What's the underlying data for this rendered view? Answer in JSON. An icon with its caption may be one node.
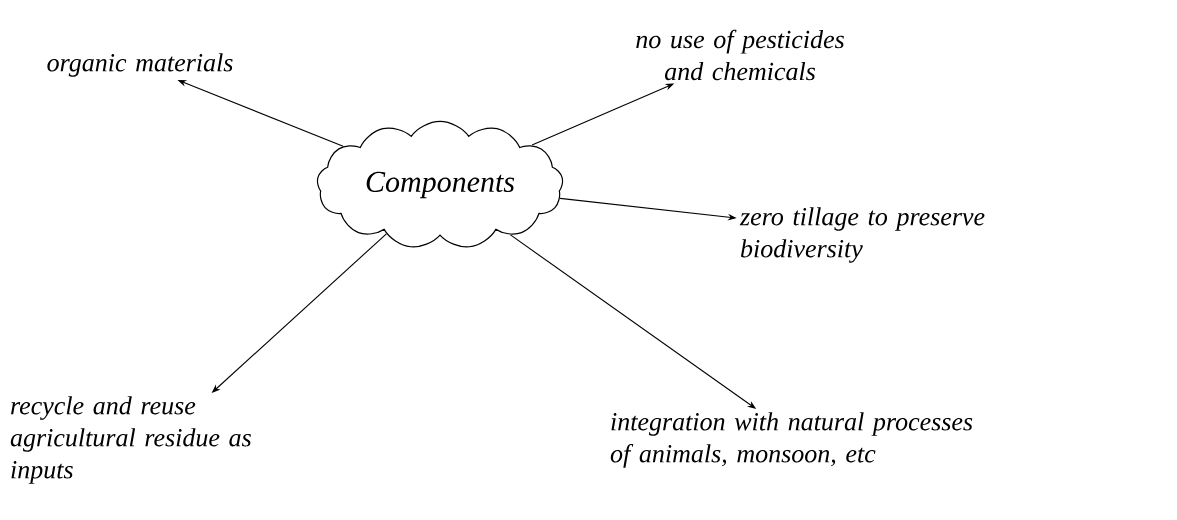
{
  "diagram": {
    "nodes": [
      {
        "text": [
          "Components"
        ]
      },
      {
        "text": [
          "organic materials"
        ]
      },
      {
        "text": [
          "no use of pesticides and chemicals"
        ]
      },
      {
        "text": [
          "zero tillage to preserve biodiversity"
        ]
      },
      {
        "text": [
          "recycle and reuse agricultural residue as inputs"
        ]
      },
      {
        "text": [
          "integration with natural processes of animals, monsoon, etc"
        ]
      }
    ],
    "edges": [
      {
        "from": 0,
        "to": 1,
        "arrow": "to"
      },
      {
        "from": 0,
        "to": 2,
        "arrow": "to"
      },
      {
        "from": 0,
        "to": 3,
        "arrow": "to"
      },
      {
        "from": 0,
        "to": 4,
        "arrow": "to"
      },
      {
        "from": 0,
        "to": 5,
        "arrow": "to"
      }
    ]
  }
}
